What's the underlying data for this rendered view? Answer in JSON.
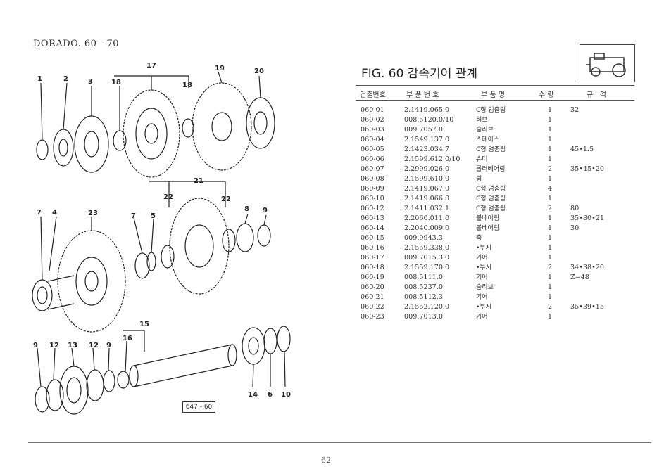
{
  "header": {
    "model": "DORADO. 60 - 70"
  },
  "figure": {
    "title": "FIG. 60 감속기어 관계",
    "ref_box": "647 - 60",
    "page_number": "62",
    "logo_icon": "tractor-icon"
  },
  "table": {
    "headers": [
      "건출번호",
      "부 품 번 호",
      "부 품 명",
      "수 량",
      "규   격"
    ],
    "rows": [
      [
        "060-01",
        "2.1419.065.0",
        "C형 멈춤링",
        "1",
        "32"
      ],
      [
        "060-02",
        "008.5120.0/10",
        "허브",
        "1",
        ""
      ],
      [
        "060-03",
        "009.7057.0",
        "슬리브",
        "1",
        ""
      ],
      [
        "060-04",
        "2.1549.137.0",
        "스페이스",
        "1",
        ""
      ],
      [
        "060-05",
        "2.1423.034.7",
        "C형 멈춤링",
        "1",
        "45•1.5"
      ],
      [
        "060-06",
        "2.1599.612.0/10",
        "슈더",
        "1",
        ""
      ],
      [
        "060-07",
        "2.2999.026.0",
        "롤러베어링",
        "2",
        "35•45•20"
      ],
      [
        "060-08",
        "2.1599.610.0",
        "링",
        "1",
        ""
      ],
      [
        "060-09",
        "2.1419.067.0",
        "C형 멈춤링",
        "4",
        ""
      ],
      [
        "060-10",
        "2.1419.066.0",
        "C형 멈춤링",
        "1",
        ""
      ],
      [
        "060-12",
        "2.1411.032.1",
        "C형 멈춤링",
        "2",
        "80"
      ],
      [
        "060-13",
        "2.2060.011.0",
        "볼베어링",
        "1",
        "35•80•21"
      ],
      [
        "060-14",
        "2.2040.009.0",
        "볼베어링",
        "1",
        "30"
      ],
      [
        "060-15",
        "009.9943.3",
        "축",
        "1",
        ""
      ],
      [
        "060-16",
        "2.1559.338.0",
        "•부시",
        "1",
        ""
      ],
      [
        "060-17",
        "009.7015.3.0",
        "기어",
        "1",
        ""
      ],
      [
        "060-18",
        "2.1559.170.0",
        "•부시",
        "2",
        "34•38•20"
      ],
      [
        "060-19",
        "008.5111.0",
        "기어",
        "1",
        "Z=48"
      ],
      [
        "060-20",
        "008.5237.0",
        "슬리브",
        "1",
        ""
      ],
      [
        "060-21",
        "008.5112.3",
        "기어",
        "1",
        ""
      ],
      [
        "060-22",
        "2.1552.120.0",
        "•부시",
        "2",
        "35•39•15"
      ],
      [
        "060-23",
        "009.7013.0",
        "기어",
        "1",
        ""
      ]
    ]
  },
  "callouts": {
    "c1": "1",
    "c2": "2",
    "c3": "3",
    "c17": "17",
    "c18a": "18",
    "c18b": "18",
    "c19": "19",
    "c20": "20",
    "c21": "21",
    "c22a": "22",
    "c22b": "22",
    "c7a": "7",
    "c4": "4",
    "c23": "23",
    "c7b": "7",
    "c5": "5",
    "c8": "8",
    "c9a": "9",
    "c15": "15",
    "c16": "16",
    "c9b": "9",
    "c12a": "12",
    "c13": "13",
    "c12b": "12",
    "c9c": "9",
    "c14": "14",
    "c6": "6",
    "c10": "10"
  }
}
